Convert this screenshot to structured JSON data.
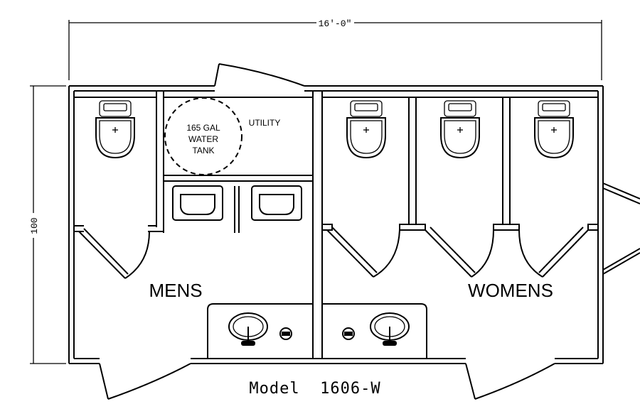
{
  "dimensions": {
    "width_label": "16'-0\"",
    "height_label": "100"
  },
  "tank": {
    "line1": "165 GAL",
    "line2": "WATER",
    "line3": "TANK"
  },
  "rooms": {
    "utility": "UTILITY",
    "mens": "MENS",
    "womens": "WOMENS"
  },
  "model": "Model  1606-W"
}
